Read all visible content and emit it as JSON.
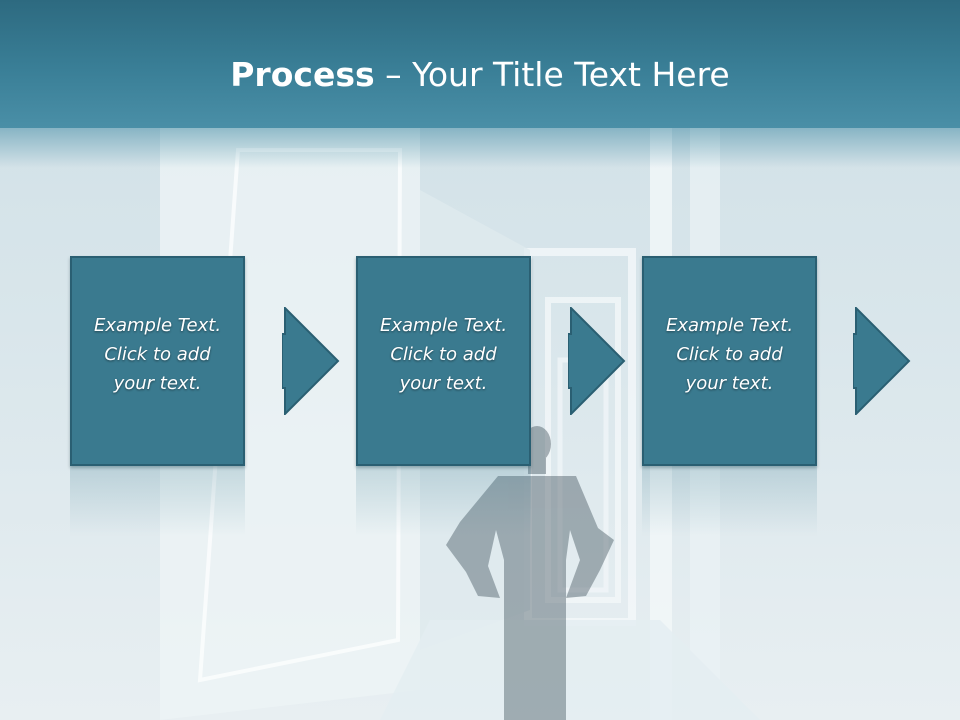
{
  "slide": {
    "title_bold": "Process",
    "title_rest": " – Your Title Text Here"
  },
  "steps": [
    {
      "line1": "Example Text.",
      "line2": "Click  to add",
      "line3": "your text."
    },
    {
      "line1": "Example Text.",
      "line2": "Click  to add",
      "line3": "your text."
    },
    {
      "line1": "Example Text.",
      "line2": "Click  to add",
      "line3": "your text."
    }
  ],
  "colors": {
    "header": "#3a7f97",
    "box_fill": "#3a7a8f",
    "box_border": "#2a5f72",
    "text": "#ffffff"
  }
}
